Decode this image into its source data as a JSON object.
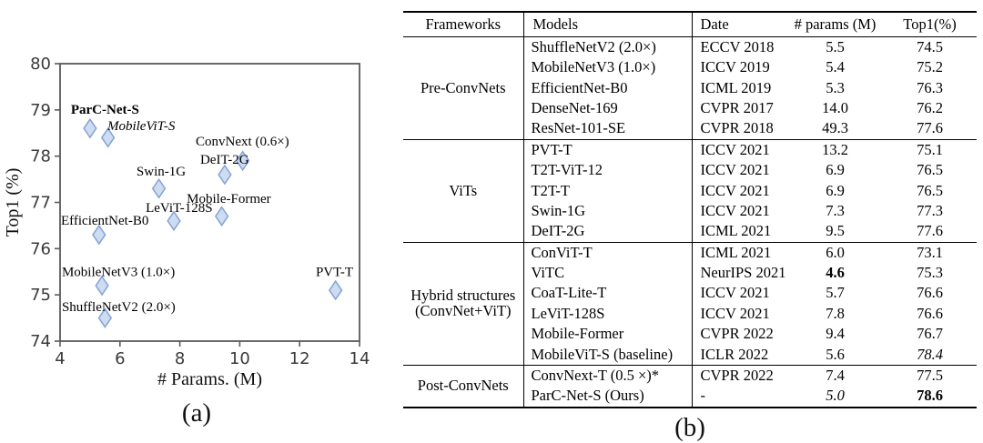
{
  "figure": {
    "caption_a": "(a)",
    "caption_b": "(b)"
  },
  "chart_data": {
    "type": "scatter",
    "title": "",
    "xlabel": "# Params. (M)",
    "ylabel": "Top1 (%)",
    "xlim": [
      4,
      14
    ],
    "ylim": [
      74,
      80
    ],
    "xticks": [
      "4",
      "6",
      "8",
      "10",
      "12",
      "14"
    ],
    "yticks": [
      "74",
      "75",
      "76",
      "77",
      "78",
      "79",
      "80"
    ],
    "grid": false,
    "legend": "none",
    "marker": "thin-diamond",
    "colors": {
      "marker_fill": "#cddcf0",
      "marker_stroke": "#84a3d4",
      "frame": "#5a5a5a",
      "text": "#111111"
    },
    "points": [
      {
        "label": "ParC-Net-S",
        "x": 5.0,
        "y": 78.6,
        "label_style": "bold",
        "lx": 4.36,
        "ly": 78.92
      },
      {
        "label": "MobileViT-S",
        "x": 5.6,
        "y": 78.4,
        "label_style": "italic",
        "lx": 5.58,
        "ly": 78.56
      },
      {
        "label": "ConvNext (0.6×)",
        "x": 10.1,
        "y": 77.9,
        "label_style": "normal",
        "lx": 8.53,
        "ly": 78.23
      },
      {
        "label": "DeIT-2G",
        "x": 9.5,
        "y": 77.6,
        "label_style": "normal",
        "lx": 8.68,
        "ly": 77.84
      },
      {
        "label": "Swin-1G",
        "x": 7.3,
        "y": 77.3,
        "label_style": "normal",
        "lx": 6.55,
        "ly": 77.58
      },
      {
        "label": "Mobile-Former",
        "x": 9.4,
        "y": 76.7,
        "label_style": "normal",
        "lx": 8.23,
        "ly": 76.99
      },
      {
        "label": "LeViT-128S",
        "x": 7.8,
        "y": 76.6,
        "label_style": "normal",
        "lx": 6.86,
        "ly": 76.79
      },
      {
        "label": "EfficientNet-B0",
        "x": 5.3,
        "y": 76.3,
        "label_style": "normal",
        "lx": 4.03,
        "ly": 76.52
      },
      {
        "label": "MobileNetV3 (1.0×)",
        "x": 5.4,
        "y": 75.2,
        "label_style": "normal",
        "lx": 4.06,
        "ly": 75.41
      },
      {
        "label": "ShuffleNetV2 (2.0×)",
        "x": 5.5,
        "y": 74.5,
        "label_style": "normal",
        "lx": 4.06,
        "ly": 74.65
      },
      {
        "label": "PVT-T",
        "x": 13.2,
        "y": 75.1,
        "label_style": "normal",
        "lx": 12.54,
        "ly": 75.41
      }
    ]
  },
  "table": {
    "headers": [
      "Frameworks",
      "Models",
      "Date",
      "# params (M)",
      "Top1(%)"
    ],
    "groups": [
      {
        "framework": [
          "Pre-ConvNets"
        ],
        "rows": [
          {
            "model": "ShuffleNetV2 (2.0×)",
            "date": "ECCV 2018",
            "params": "5.5",
            "top1": "74.5"
          },
          {
            "model": "MobileNetV3 (1.0×)",
            "date": "ICCV 2019",
            "params": "5.4",
            "top1": "75.2"
          },
          {
            "model": "EfficientNet-B0",
            "date": "ICML 2019",
            "params": "5.3",
            "top1": "76.3"
          },
          {
            "model": "DenseNet-169",
            "date": "CVPR 2017",
            "params": "14.0",
            "top1": "76.2"
          },
          {
            "model": "ResNet-101-SE",
            "date": "CVPR 2018",
            "params": "49.3",
            "top1": "77.6"
          }
        ]
      },
      {
        "framework": [
          "ViTs"
        ],
        "rows": [
          {
            "model": "PVT-T",
            "date": "ICCV 2021",
            "params": "13.2",
            "top1": "75.1"
          },
          {
            "model": "T2T-ViT-12",
            "date": "ICCV 2021",
            "params": "6.9",
            "top1": "76.5"
          },
          {
            "model": "T2T-T",
            "date": "ICCV 2021",
            "params": "6.9",
            "top1": "76.5"
          },
          {
            "model": "Swin-1G",
            "date": "ICCV 2021",
            "params": "7.3",
            "top1": "77.3"
          },
          {
            "model": "DeIT-2G",
            "date": "ICML 2021",
            "params": "9.5",
            "top1": "77.6"
          }
        ]
      },
      {
        "framework": [
          "Hybrid structures",
          "(ConvNet+ViT)"
        ],
        "rows": [
          {
            "model": "ConViT-T",
            "date": "ICML 2021",
            "params": "6.0",
            "top1": "73.1"
          },
          {
            "model": "ViTC",
            "date": "NeurIPS 2021",
            "params": "4.6",
            "params_style": "bold",
            "top1": "75.3"
          },
          {
            "model": "CoaT-Lite-T",
            "date": "ICCV 2021",
            "params": "5.7",
            "top1": "76.6"
          },
          {
            "model": "LeViT-128S",
            "date": "ICCV 2021",
            "params": "7.8",
            "top1": "76.6"
          },
          {
            "model": "Mobile-Former",
            "date": "CVPR 2022",
            "params": "9.4",
            "top1": "76.7"
          },
          {
            "model": "MobileViT-S (baseline)",
            "date": "ICLR 2022",
            "params": "5.6",
            "top1": "78.4",
            "top1_style": "italic"
          }
        ]
      },
      {
        "framework": [
          "Post-ConvNets"
        ],
        "rows": [
          {
            "model": "ConvNext-T (0.5 ×)*",
            "date": "CVPR 2022",
            "params": "7.4",
            "top1": "77.5"
          },
          {
            "model": "ParC-Net-S (Ours)",
            "date": "-",
            "params": "5.0",
            "params_style": "italic",
            "top1": "78.6",
            "top1_style": "bold"
          }
        ]
      }
    ]
  }
}
